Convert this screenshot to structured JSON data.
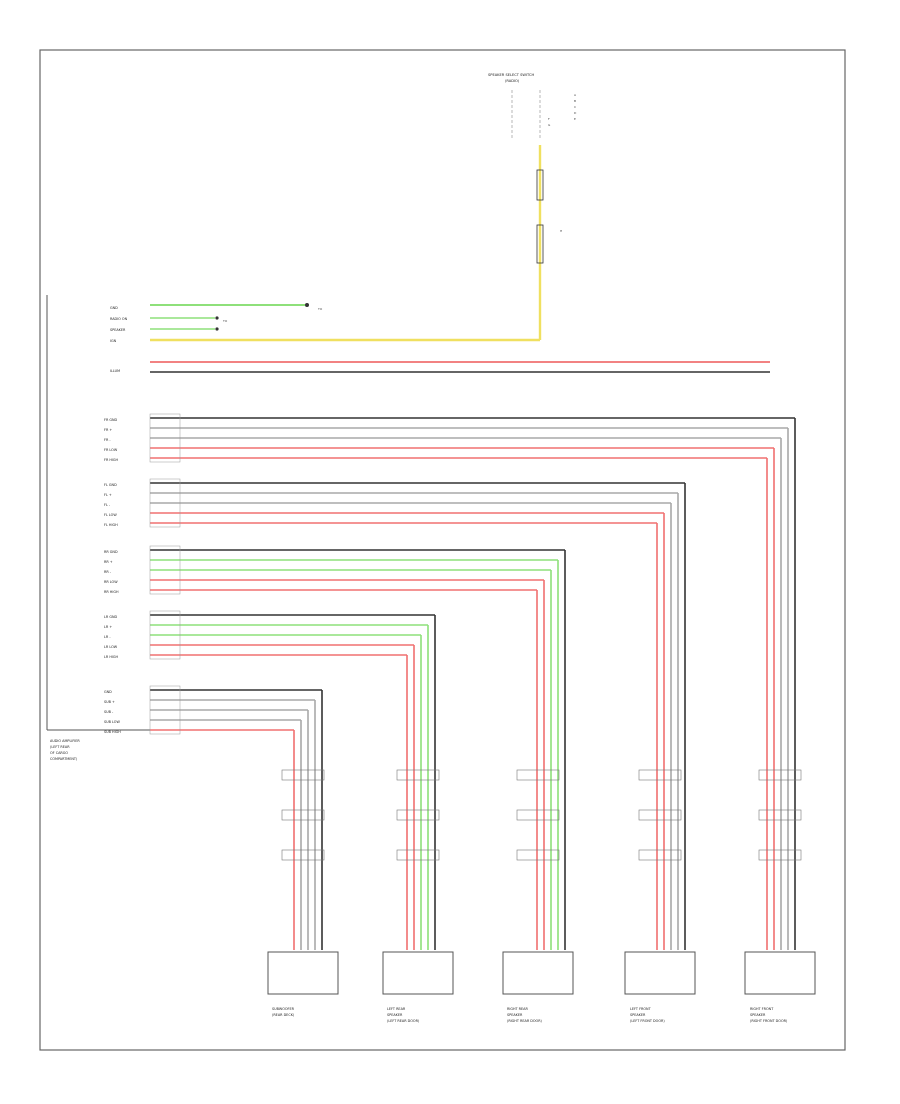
{
  "switch_note": {
    "lines": [
      "SPEAKER SELECT SWITCH",
      "(RADIO)"
    ]
  },
  "pin_labels": {
    "top_block": [
      "GND",
      "RADIO ON",
      "SPEAKER",
      "IGN",
      "ILLUM"
    ],
    "groups": [
      [
        "FR GND",
        "FR +",
        "FR -",
        "FR LOW",
        "FR HIGH"
      ],
      [
        "FL GND",
        "FL +",
        "FL -",
        "FL LOW",
        "FL HIGH"
      ],
      [
        "RR GND",
        "RR +",
        "RR -",
        "RR LOW",
        "RR HIGH"
      ],
      [
        "LR GND",
        "LR +",
        "LR -",
        "LR LOW",
        "LR HIGH"
      ],
      [
        "GND",
        "SUB +",
        "SUB -",
        "SUB LOW",
        "SUB HIGH"
      ]
    ]
  },
  "left_module_label": [
    "AUDIO AMPLIFIER",
    "(LEFT REAR",
    "OF CARGO",
    "COMPARTMENT)"
  ],
  "component_labels": [
    [
      "SUBWOOFER",
      "(REAR DECK)"
    ],
    [
      "LEFT REAR",
      "SPEAKER",
      "(LEFT REAR DOOR)"
    ],
    [
      "RIGHT REAR",
      "SPEAKER",
      "(RIGHT REAR DOOR)"
    ],
    [
      "LEFT FRONT",
      "SPEAKER",
      "(LEFT FRONT DOOR)"
    ],
    [
      "RIGHT FRONT",
      "SPEAKER",
      "(RIGHT FRONT DOOR)"
    ]
  ],
  "colors": {
    "frame": "#666666",
    "wire_red": "#f07070",
    "wire_black": "#333333",
    "wire_gray": "#a8a8a8",
    "wire_green": "#8ee07a",
    "wire_yellow": "#f0e060"
  }
}
